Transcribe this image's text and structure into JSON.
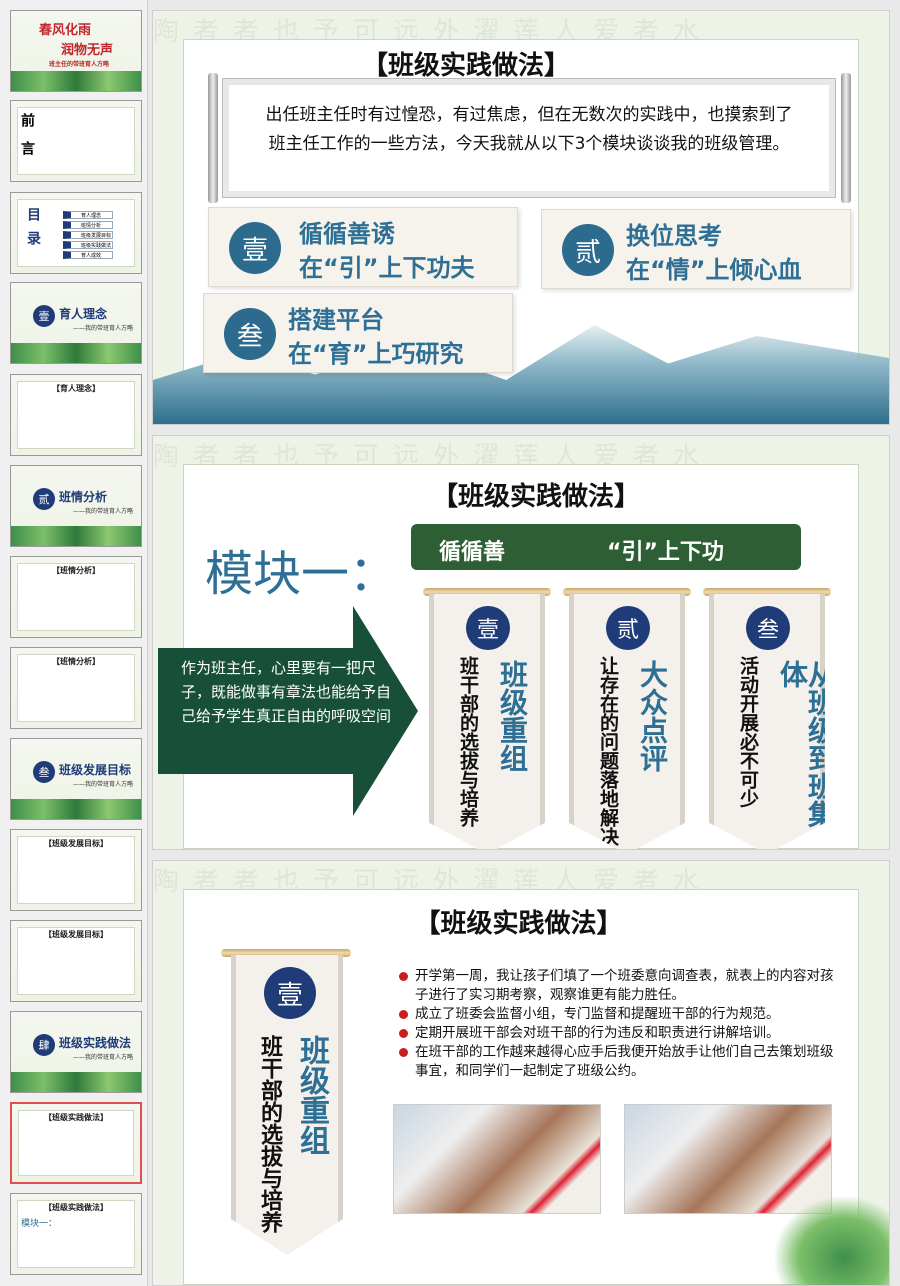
{
  "thumbnails": [
    {
      "title": "春风化雨",
      "title2": "润物无声",
      "sub": "班主任的带班育人方略"
    },
    {
      "title": "前言"
    },
    {
      "title": "目录",
      "items": [
        "育人理念",
        "班情分析",
        "班级发展目标",
        "班级实践做法",
        "育人成效"
      ]
    },
    {
      "title": "育人理念",
      "sub": "——我的带班育人方略",
      "num": "壹"
    },
    {
      "title": "【育人理念】"
    },
    {
      "title": "班情分析",
      "sub": "——我的带班育人方略",
      "num": "贰"
    },
    {
      "title": "【班情分析】"
    },
    {
      "title": "【班情分析】"
    },
    {
      "title": "班级发展目标",
      "sub": "——我的带班育人方略",
      "num": "叁"
    },
    {
      "title": "【班级发展目标】"
    },
    {
      "title": "【班级发展目标】"
    },
    {
      "title": "班级实践做法",
      "sub": "——我的带班育人方略",
      "num": "肆"
    },
    {
      "title": "【班级实践做法】",
      "selected": true
    },
    {
      "title": "【班级实践做法】",
      "sub": "模块一："
    }
  ],
  "bg_calligraphy": "陶者者也予可远外濯莲人爱者水",
  "slide1": {
    "title": "【班级实践做法】",
    "intro": "出任班主任时有过惶恐，有过焦虑，但在无数次的实践中，也摸索到了班主任工作的一些方法，今天我就从以下3个模块谈谈我的班级管理。",
    "cards": [
      {
        "num": "壹",
        "line1": "循循善诱",
        "line2": "在“引”上下功夫"
      },
      {
        "num": "贰",
        "line1": "换位思考",
        "line2": "在“情”上倾心血"
      },
      {
        "num": "叁",
        "line1": "搭建平台",
        "line2": "在“育”上巧研究"
      }
    ]
  },
  "slide2": {
    "title": "【班级实践做法】",
    "module": "模块一：",
    "bar_left": "循循善",
    "bar_right": "“引”上下功",
    "arrow_text": "作为班主任，心里要有一把尺子，既能做事有章法也能给予自己给予学生真正自由的呼吸空间",
    "banners": [
      {
        "num": "壹",
        "head": "班级重组",
        "sub": "班干部的选拔与培养"
      },
      {
        "num": "贰",
        "head": "大众点评",
        "sub": "让存在的问题落地解决"
      },
      {
        "num": "叁",
        "head": "从班级到班集体",
        "sub": "活动开展必不可少"
      }
    ]
  },
  "slide3": {
    "title": "【班级实践做法】",
    "banner": {
      "num": "壹",
      "head": "班级重组",
      "sub": "班干部的选拔与培养"
    },
    "bullets": [
      "开学第一周，我让孩子们填了一个班委意向调查表，就表上的内容对孩子进行了实习期考察，观察谁更有能力胜任。",
      "成立了班委会监督小组，专门监督和提醒班干部的行为规范。",
      "定期开展班干部会对班干部的行为违反和职责进行讲解培训。",
      "在班干部的工作越来越得心应手后我便开始放手让他们自己去策划班级事宜，和同学们一起制定了班级公约。"
    ]
  }
}
